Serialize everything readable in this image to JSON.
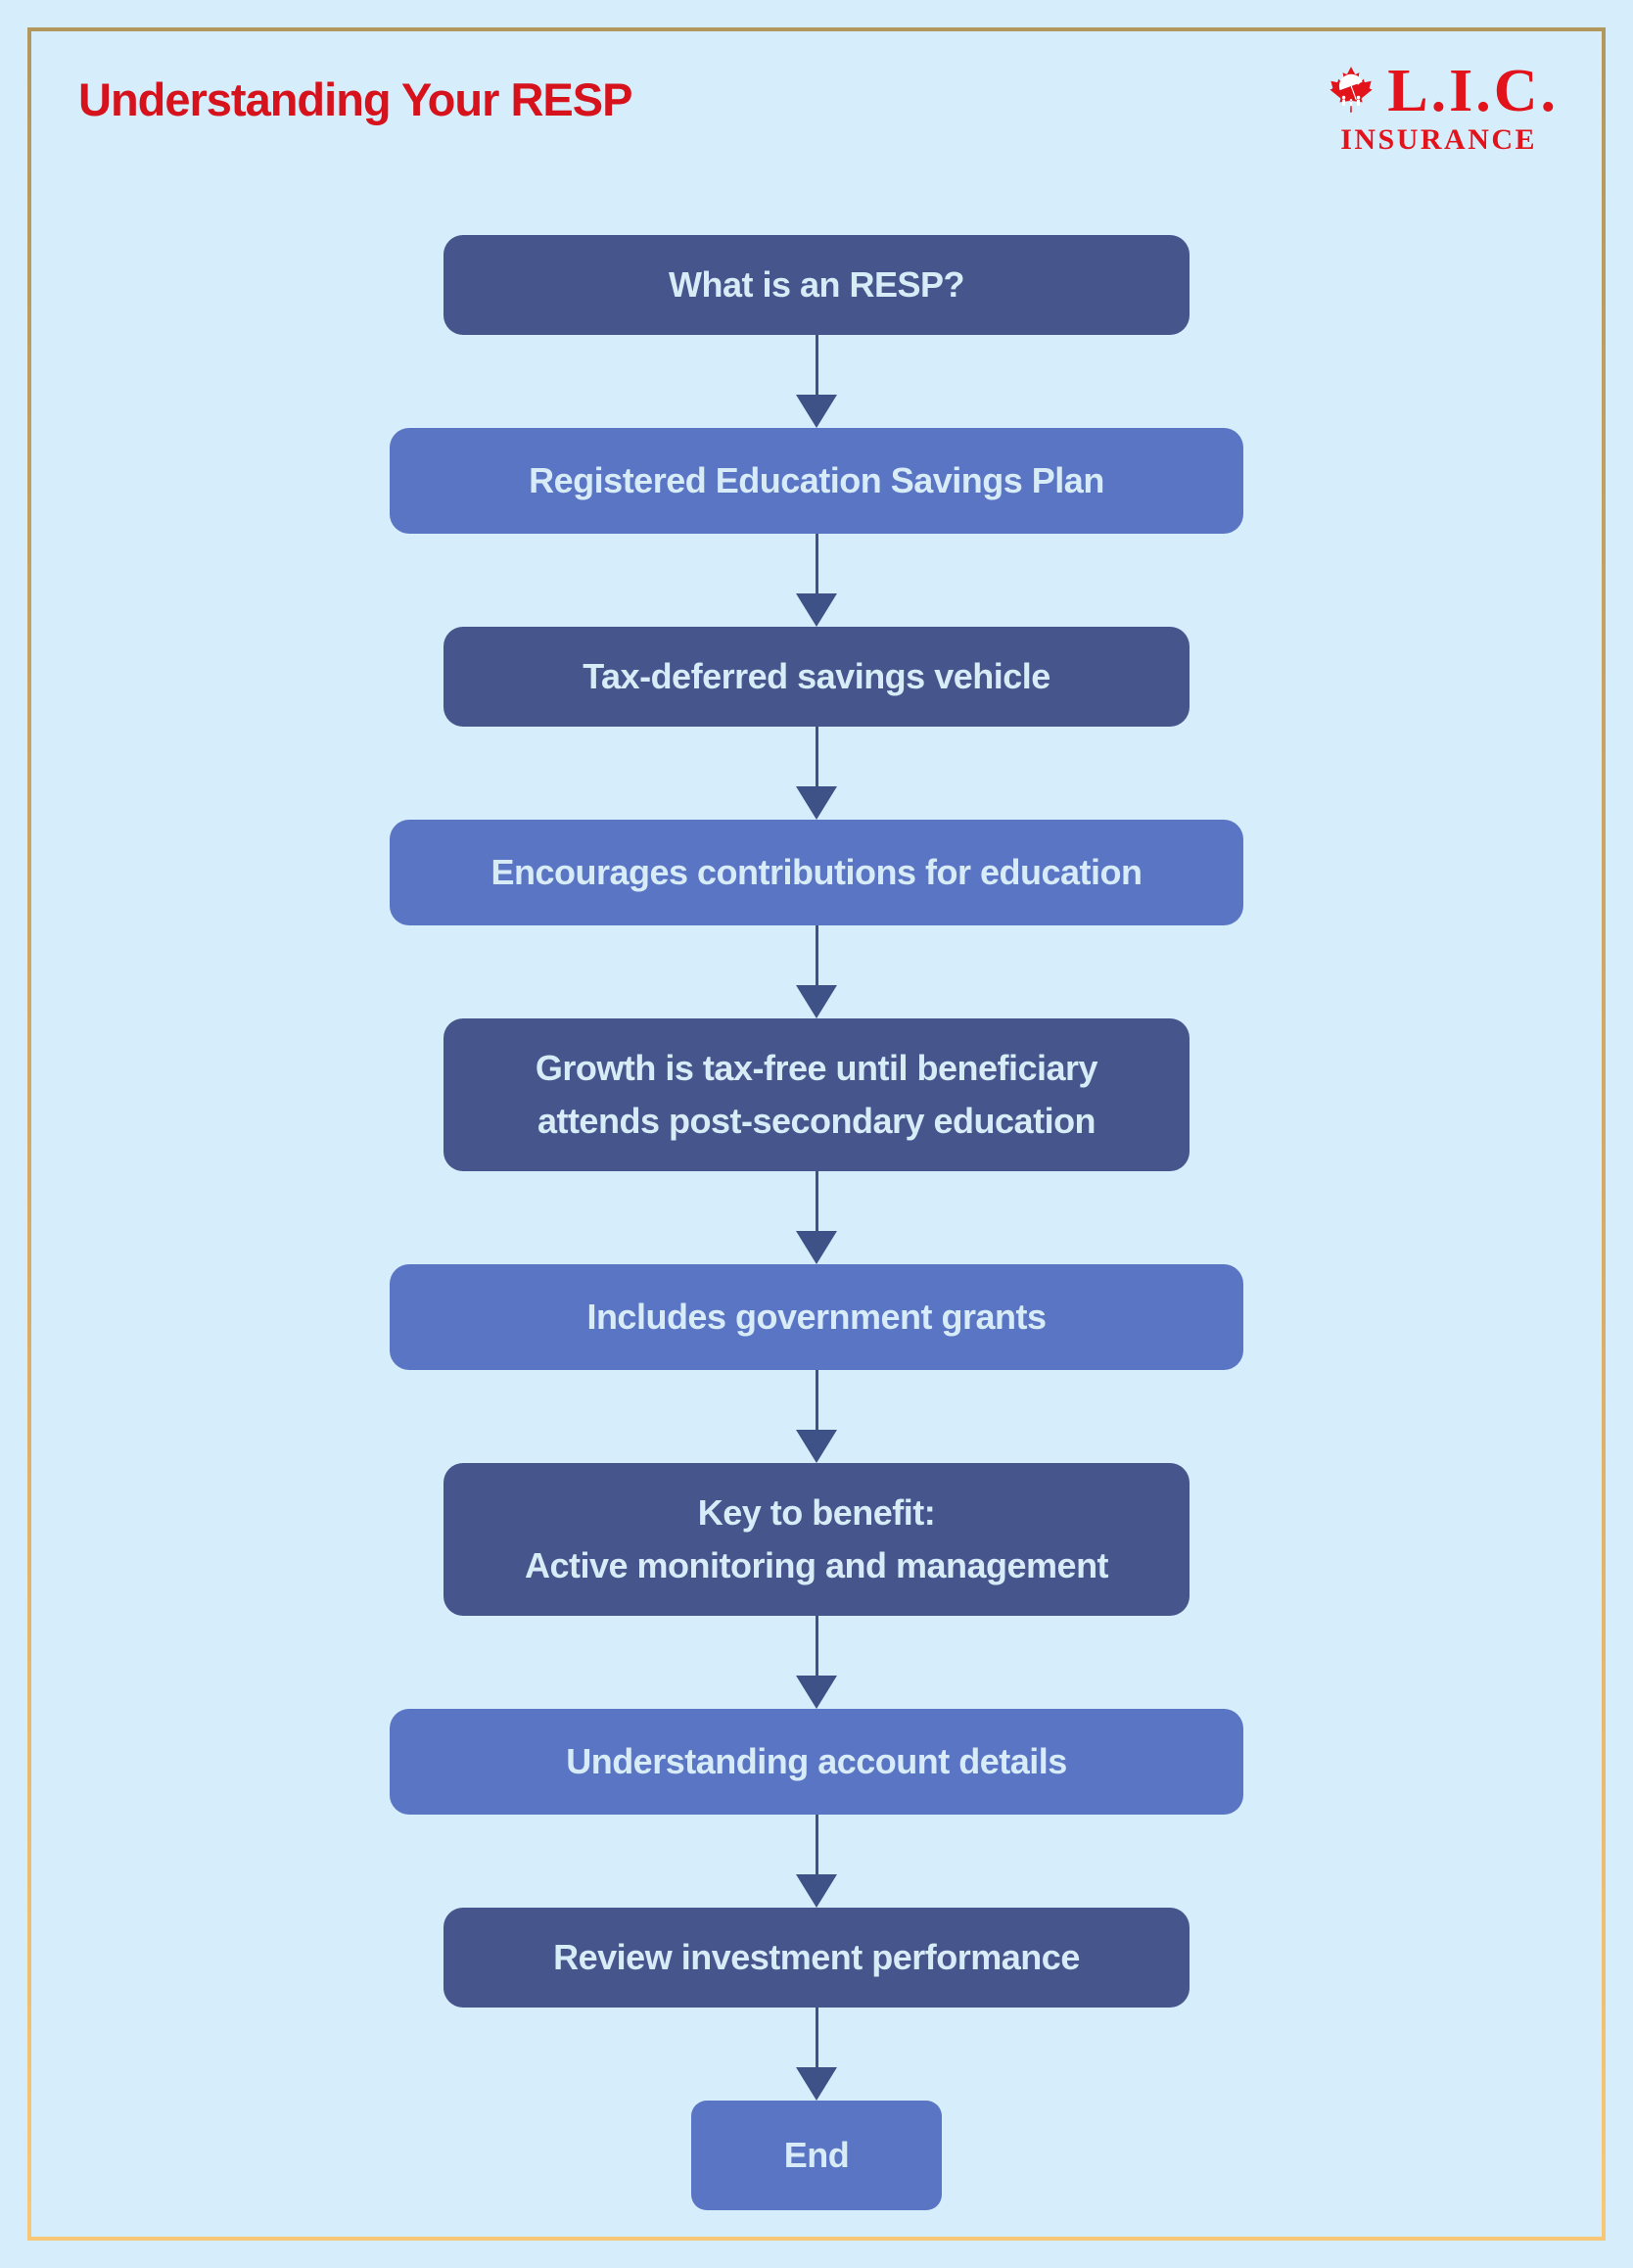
{
  "page": {
    "background_color": "#d6eefc",
    "frame_border_top_color": "#b3985e",
    "frame_border_bottom_color": "#f8c776"
  },
  "header": {
    "title": "Understanding Your RESP",
    "title_color": "#d6131c"
  },
  "logo": {
    "line1": "L.I.C.",
    "line2": "INSURANCE",
    "color": "#e3131c",
    "icon": "maple-leaf-with-family-umbrella"
  },
  "flowchart": {
    "colors": {
      "dark_node": "#46568c",
      "light_node": "#5a75c4",
      "node_text": "#d8ecf8",
      "arrow": "#3e5287"
    },
    "nodes": [
      {
        "label": "What is an RESP?",
        "variant": "dark"
      },
      {
        "label": "Registered Education Savings Plan",
        "variant": "light"
      },
      {
        "label": "Tax-deferred savings vehicle",
        "variant": "dark"
      },
      {
        "label": "Encourages contributions for education",
        "variant": "light"
      },
      {
        "label": "Growth is tax-free until beneficiary\nattends post-secondary education",
        "variant": "dark"
      },
      {
        "label": "Includes government grants",
        "variant": "light"
      },
      {
        "label": "Key to benefit:\nActive monitoring and management",
        "variant": "dark"
      },
      {
        "label": "Understanding account details",
        "variant": "light"
      },
      {
        "label": "Review investment performance",
        "variant": "dark"
      },
      {
        "label": "End",
        "variant": "end"
      }
    ]
  }
}
